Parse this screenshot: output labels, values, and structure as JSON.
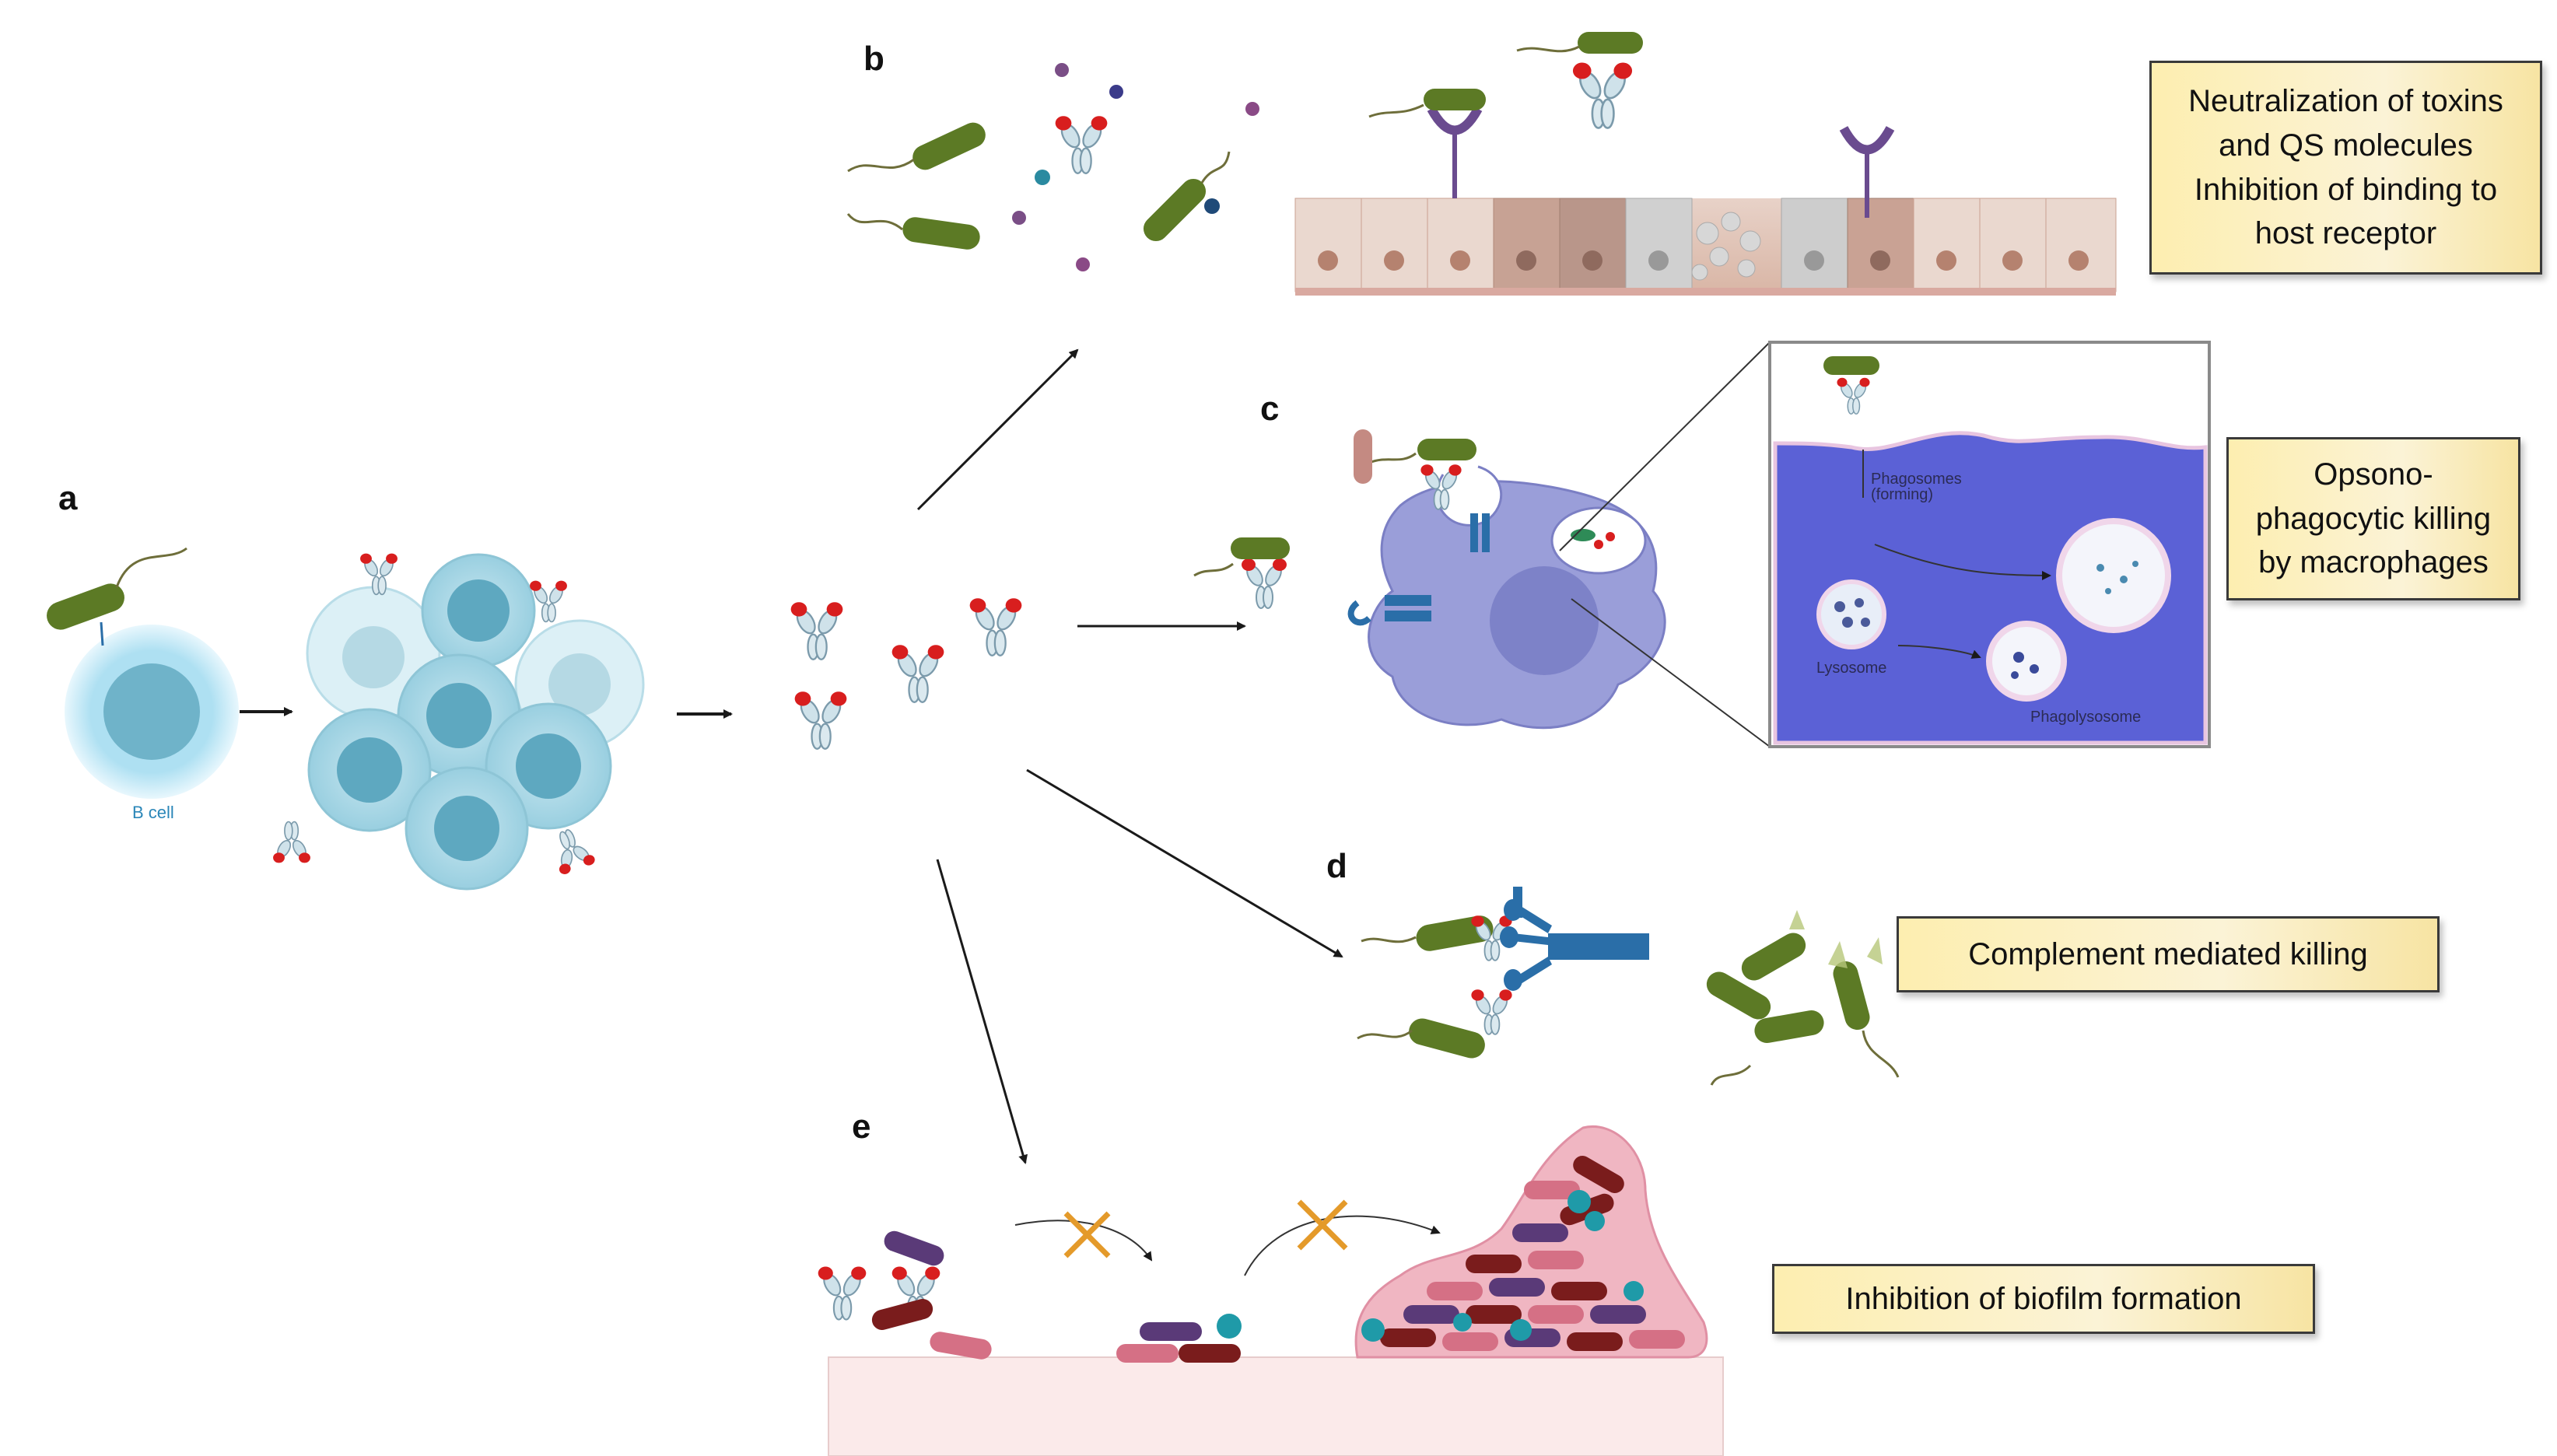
{
  "panels": {
    "a": "a",
    "b": "b",
    "c": "c",
    "d": "d",
    "e": "e"
  },
  "b_cell_label": "B cell",
  "macrophage_inset": {
    "phagosome_label": "Phagosomes\n(forming)",
    "lysosome_label": "Lysosome",
    "phagolysosome_label": "Phagolysosome"
  },
  "boxes": {
    "b": "Neutralization of toxins\nand QS molecules\nInhibition of binding to\nhost receptor",
    "c": "Opsono-\nphagocytic killing\nby macrophages",
    "d": "Complement  mediated killing",
    "e": "Inhibition of biofilm formation"
  },
  "colors": {
    "bacterium": "#5c7a25",
    "antibody_heavy": "#d81e1e",
    "antibody_body": "#a9c7d6",
    "b_cell": "#7fc6dc",
    "macrophage": "#9a9ed9",
    "complement": "#2a6ea8",
    "box_fill": "#fbeeb8",
    "biofilm_matrix": "#f0b6c2"
  }
}
